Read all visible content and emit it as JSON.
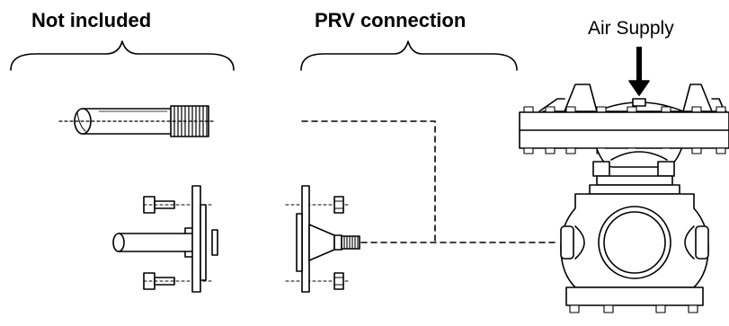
{
  "labels": {
    "not_included": "Not included",
    "prv_connection": "PRV connection",
    "air_supply": "Air Supply"
  },
  "colors": {
    "line": "#000000",
    "background": "#ffffff"
  }
}
